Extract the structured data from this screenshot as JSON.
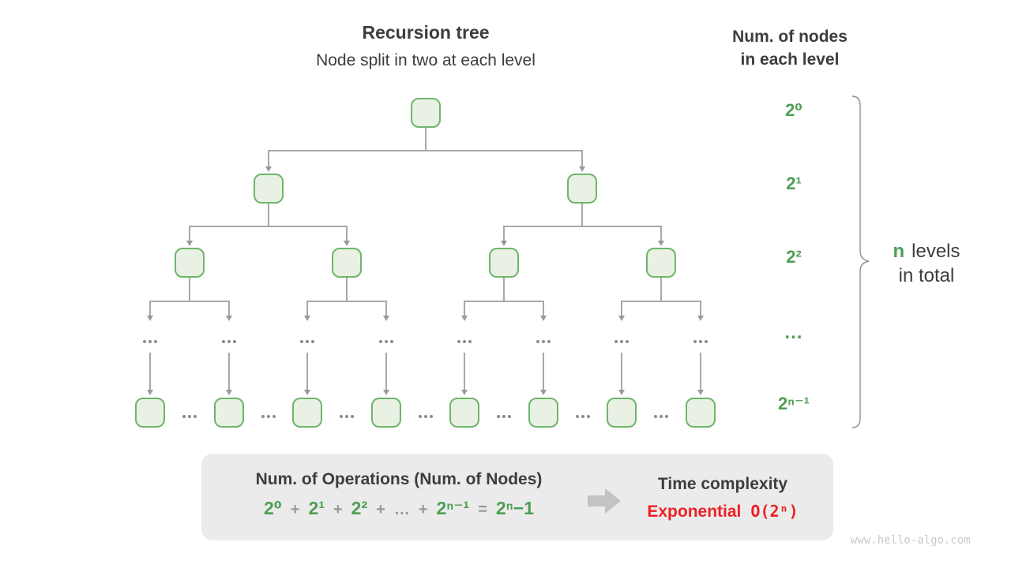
{
  "header": {
    "title": "Recursion tree",
    "subtitle": "Node split in two at each level"
  },
  "right_header": {
    "line1": "Num. of nodes",
    "line2": "in each level"
  },
  "level_labels": [
    "2⁰",
    "2¹",
    "2²",
    "…",
    "2ⁿ⁻¹"
  ],
  "brace_label": {
    "n": "n",
    "rest": "levels",
    "line2": "in total"
  },
  "summary_box": {
    "operations_title": "Num. of Operations (Num. of Nodes)",
    "formula_tokens": [
      "2⁰",
      "+",
      "2¹",
      "+",
      "2²",
      "+",
      "…",
      "+",
      "2ⁿ⁻¹",
      "=",
      "2ⁿ−1"
    ],
    "time_title": "Time complexity",
    "complexity_label": "Exponential",
    "complexity_value": "O(2ⁿ)"
  },
  "watermark": "www.hello-algo.com",
  "colors": {
    "green": "#4e9e54",
    "red": "#ed2024",
    "node_fill": "#e8f1e4",
    "node_border": "#6fb56a",
    "line_gray": "#a8a8a8",
    "box_bg": "#ebebeb",
    "text_dark": "#3b3d40"
  }
}
